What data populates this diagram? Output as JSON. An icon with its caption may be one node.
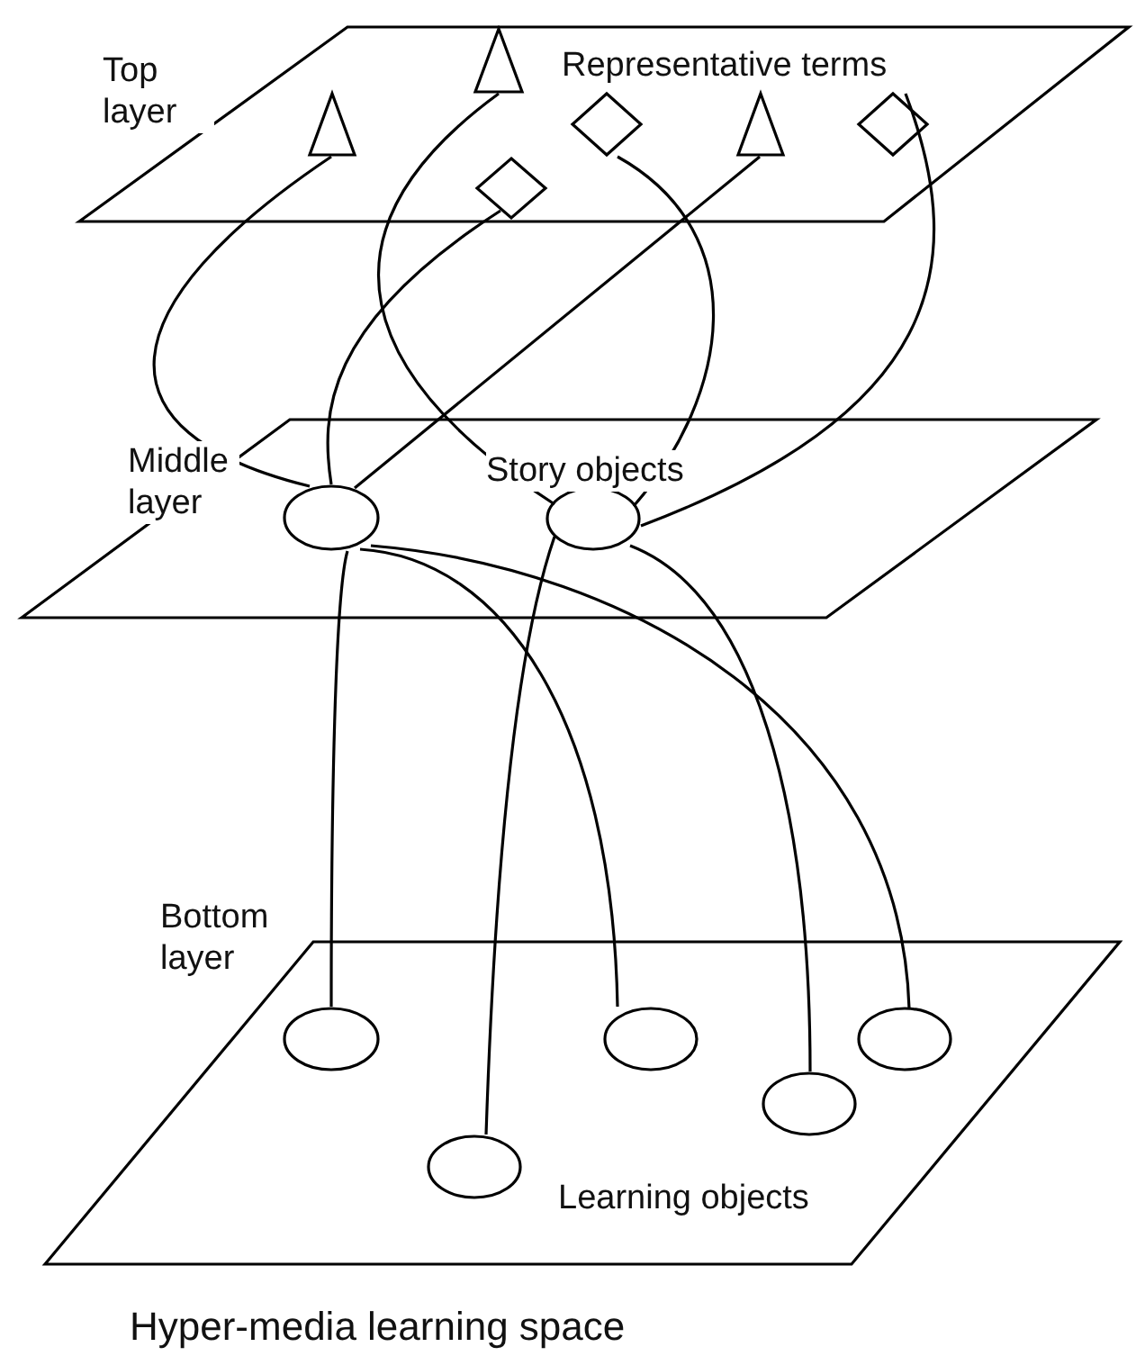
{
  "diagram": {
    "caption": "Hyper-media learning space",
    "nodes": [
      {
        "text": [
          "Top layer",
          "Representative terms"
        ]
      },
      {
        "text": [],
        "shape": "triangle",
        "in": 0
      },
      {
        "text": [],
        "shape": "triangle",
        "in": 0
      },
      {
        "text": [],
        "shape": "diamond",
        "in": 0
      },
      {
        "text": [],
        "shape": "triangle",
        "in": 0
      },
      {
        "text": [],
        "shape": "diamond",
        "in": 0
      },
      {
        "text": [],
        "shape": "diamond",
        "in": 0
      },
      {
        "text": [
          "Middle layer",
          "Story objects"
        ]
      },
      {
        "text": [],
        "shape": "ellipse",
        "in": 7
      },
      {
        "text": [],
        "shape": "ellipse",
        "in": 7
      },
      {
        "text": [
          "Bottom layer",
          "Learning objects"
        ]
      },
      {
        "text": [],
        "shape": "ellipse",
        "in": 10
      },
      {
        "text": [],
        "shape": "ellipse",
        "in": 10
      },
      {
        "text": [],
        "shape": "ellipse",
        "in": 10
      },
      {
        "text": [],
        "shape": "ellipse",
        "in": 10
      },
      {
        "text": [],
        "shape": "ellipse",
        "in": 10
      }
    ],
    "edges": [
      {
        "from": 2,
        "to": 8,
        "arrow": "none"
      },
      {
        "from": 6,
        "to": 8,
        "arrow": "none"
      },
      {
        "from": 4,
        "to": 8,
        "arrow": "none"
      },
      {
        "from": 1,
        "to": 9,
        "arrow": "none"
      },
      {
        "from": 3,
        "to": 9,
        "arrow": "none"
      },
      {
        "from": 5,
        "to": 9,
        "arrow": "none"
      },
      {
        "from": 8,
        "to": 11,
        "arrow": "none"
      },
      {
        "from": 8,
        "to": 12,
        "arrow": "none"
      },
      {
        "from": 8,
        "to": 13,
        "arrow": "none"
      },
      {
        "from": 9,
        "to": 15,
        "arrow": "none"
      },
      {
        "from": 9,
        "to": 14,
        "arrow": "none"
      }
    ]
  }
}
